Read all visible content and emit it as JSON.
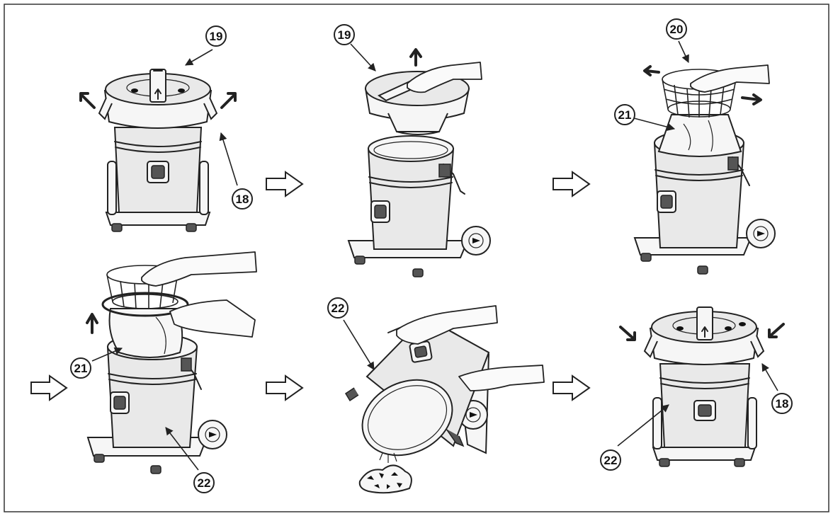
{
  "callouts": {
    "c19": "19",
    "c20": "20",
    "c21": "21",
    "c22": "22",
    "c18": "18"
  },
  "colors": {
    "line": "#222222",
    "fill": "#e9e9e9",
    "background": "#ffffff"
  }
}
